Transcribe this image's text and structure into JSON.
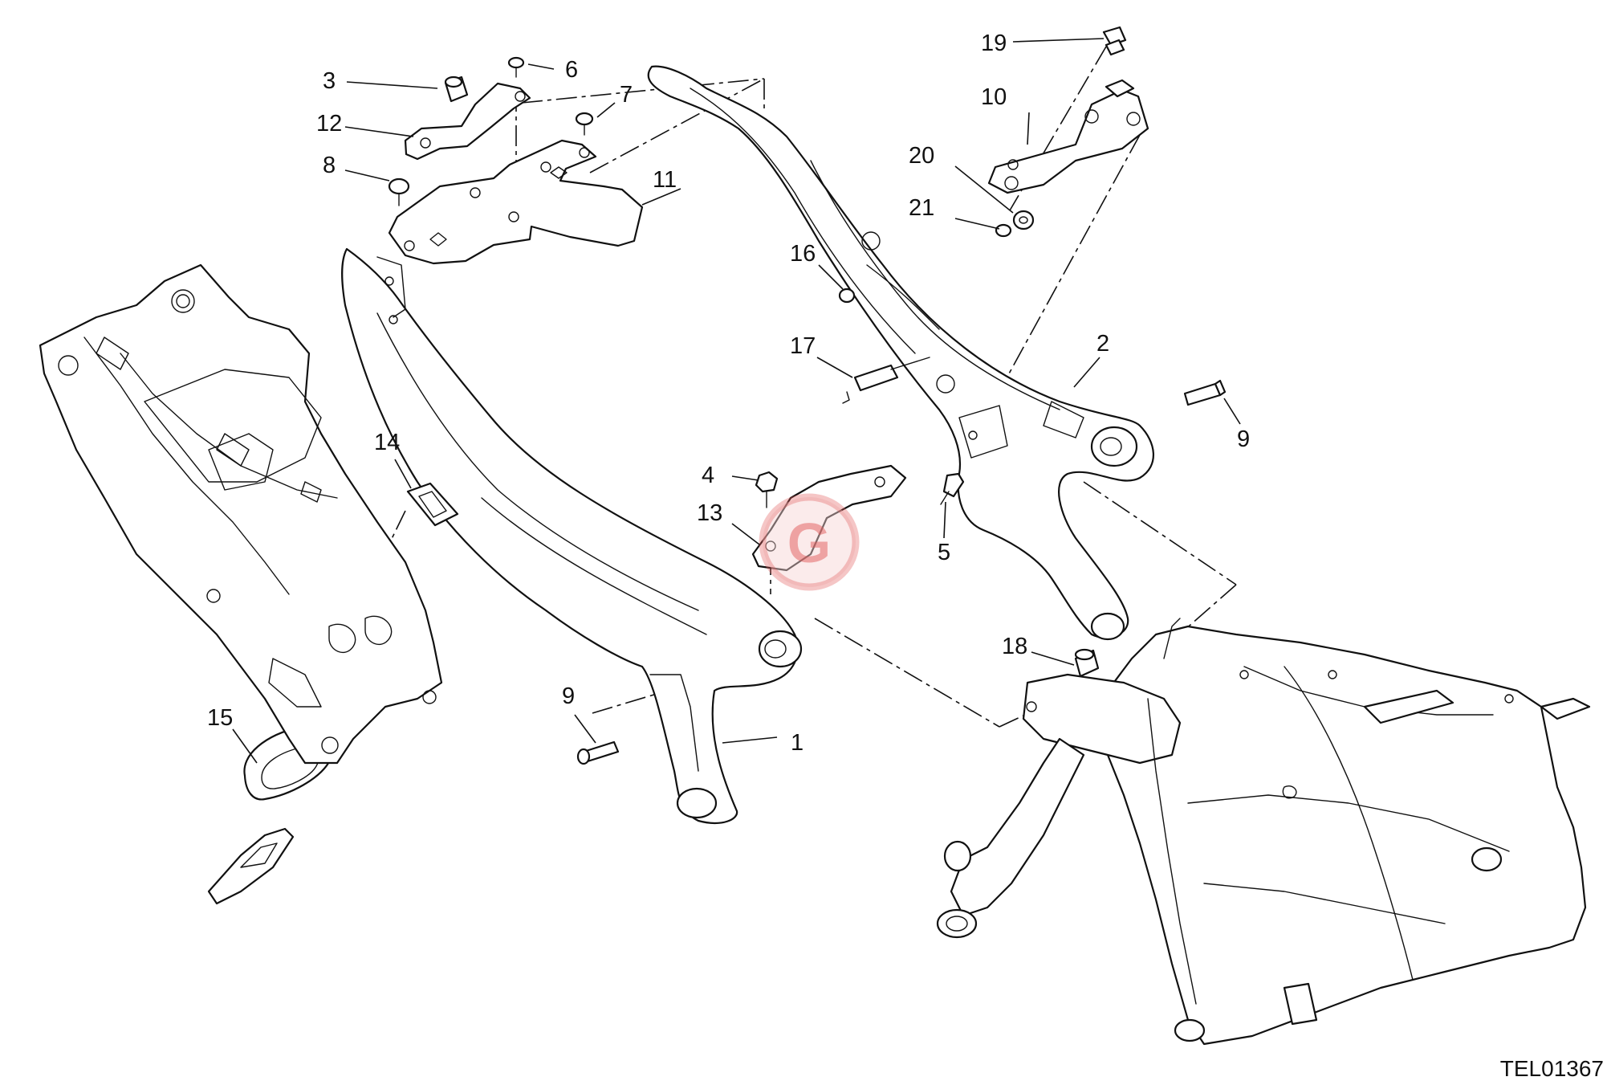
{
  "diagram": {
    "reference_code": "TEL01367",
    "callouts": [
      {
        "label": "1"
      },
      {
        "label": "2"
      },
      {
        "label": "3"
      },
      {
        "label": "4"
      },
      {
        "label": "5"
      },
      {
        "label": "6"
      },
      {
        "label": "7"
      },
      {
        "label": "8"
      },
      {
        "label": "9"
      },
      {
        "label": "9"
      },
      {
        "label": "10"
      },
      {
        "label": "11"
      },
      {
        "label": "12"
      },
      {
        "label": "13"
      },
      {
        "label": "14"
      },
      {
        "label": "15"
      },
      {
        "label": "16"
      },
      {
        "label": "17"
      },
      {
        "label": "18"
      },
      {
        "label": "19"
      },
      {
        "label": "20"
      },
      {
        "label": "21"
      }
    ],
    "watermark": {
      "glyph": "G",
      "color": "#e25b5b"
    }
  }
}
